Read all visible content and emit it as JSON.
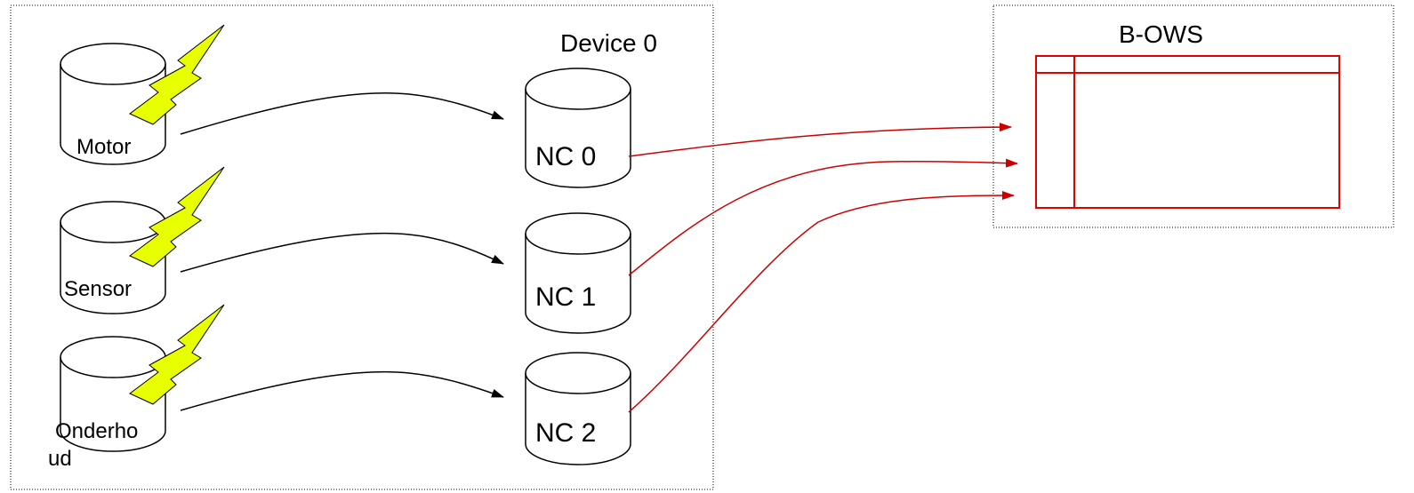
{
  "device_box": {
    "title": "Device 0"
  },
  "bows_box": {
    "title": "B-OWS"
  },
  "sources": [
    {
      "label": "Motor"
    },
    {
      "label": "Sensor"
    },
    {
      "label_line1": "Onderho",
      "label_line2": "ud"
    }
  ],
  "nodes": [
    {
      "label": "NC 0"
    },
    {
      "label": "NC 1"
    },
    {
      "label": "NC 2"
    }
  ],
  "colors": {
    "outline": "#000000",
    "flow_red": "#cc0000",
    "lightning_fill": "#e8ff00",
    "table_red": "#e00000"
  }
}
